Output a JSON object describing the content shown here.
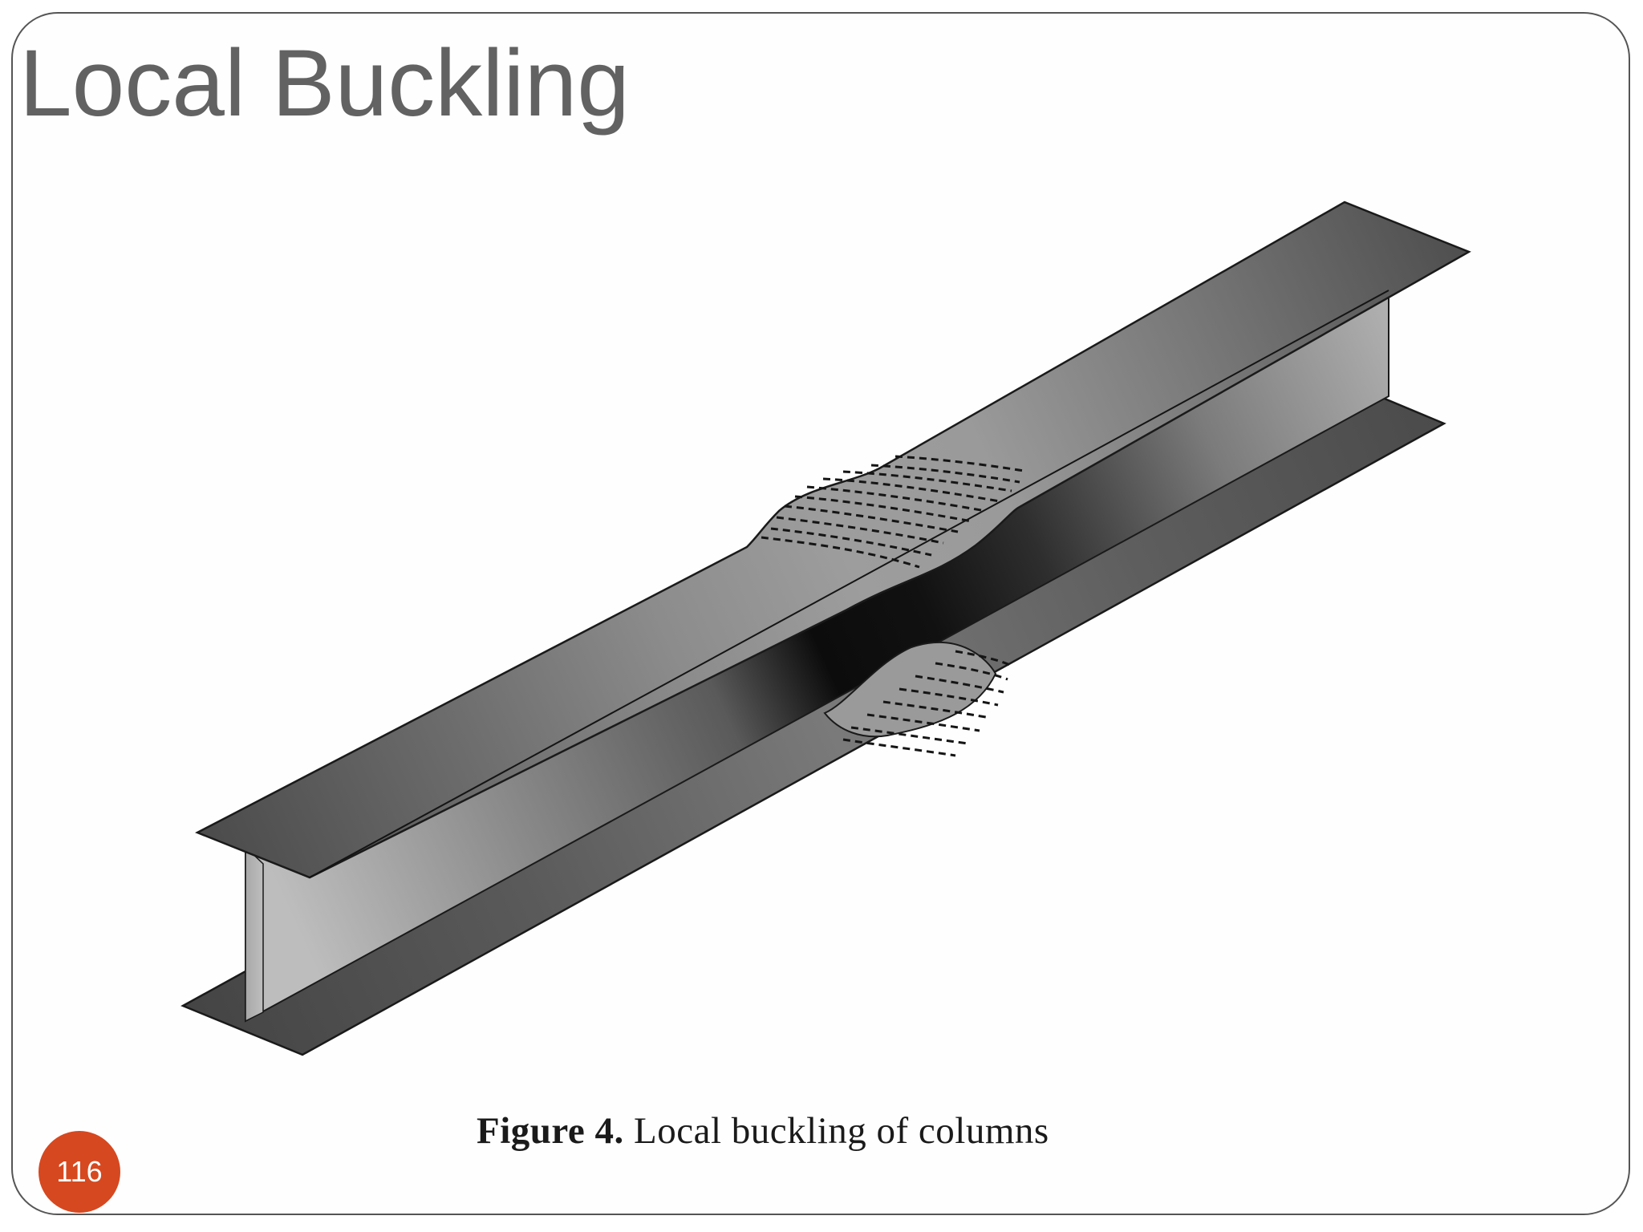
{
  "slide": {
    "title": "Local Buckling",
    "page_number": "116"
  },
  "figure": {
    "caption_lead": "Figure 4.",
    "caption_text": "Local buckling of columns"
  },
  "colors": {
    "title_text": "#626262",
    "page_badge": "#d64820",
    "border": "#555555"
  }
}
